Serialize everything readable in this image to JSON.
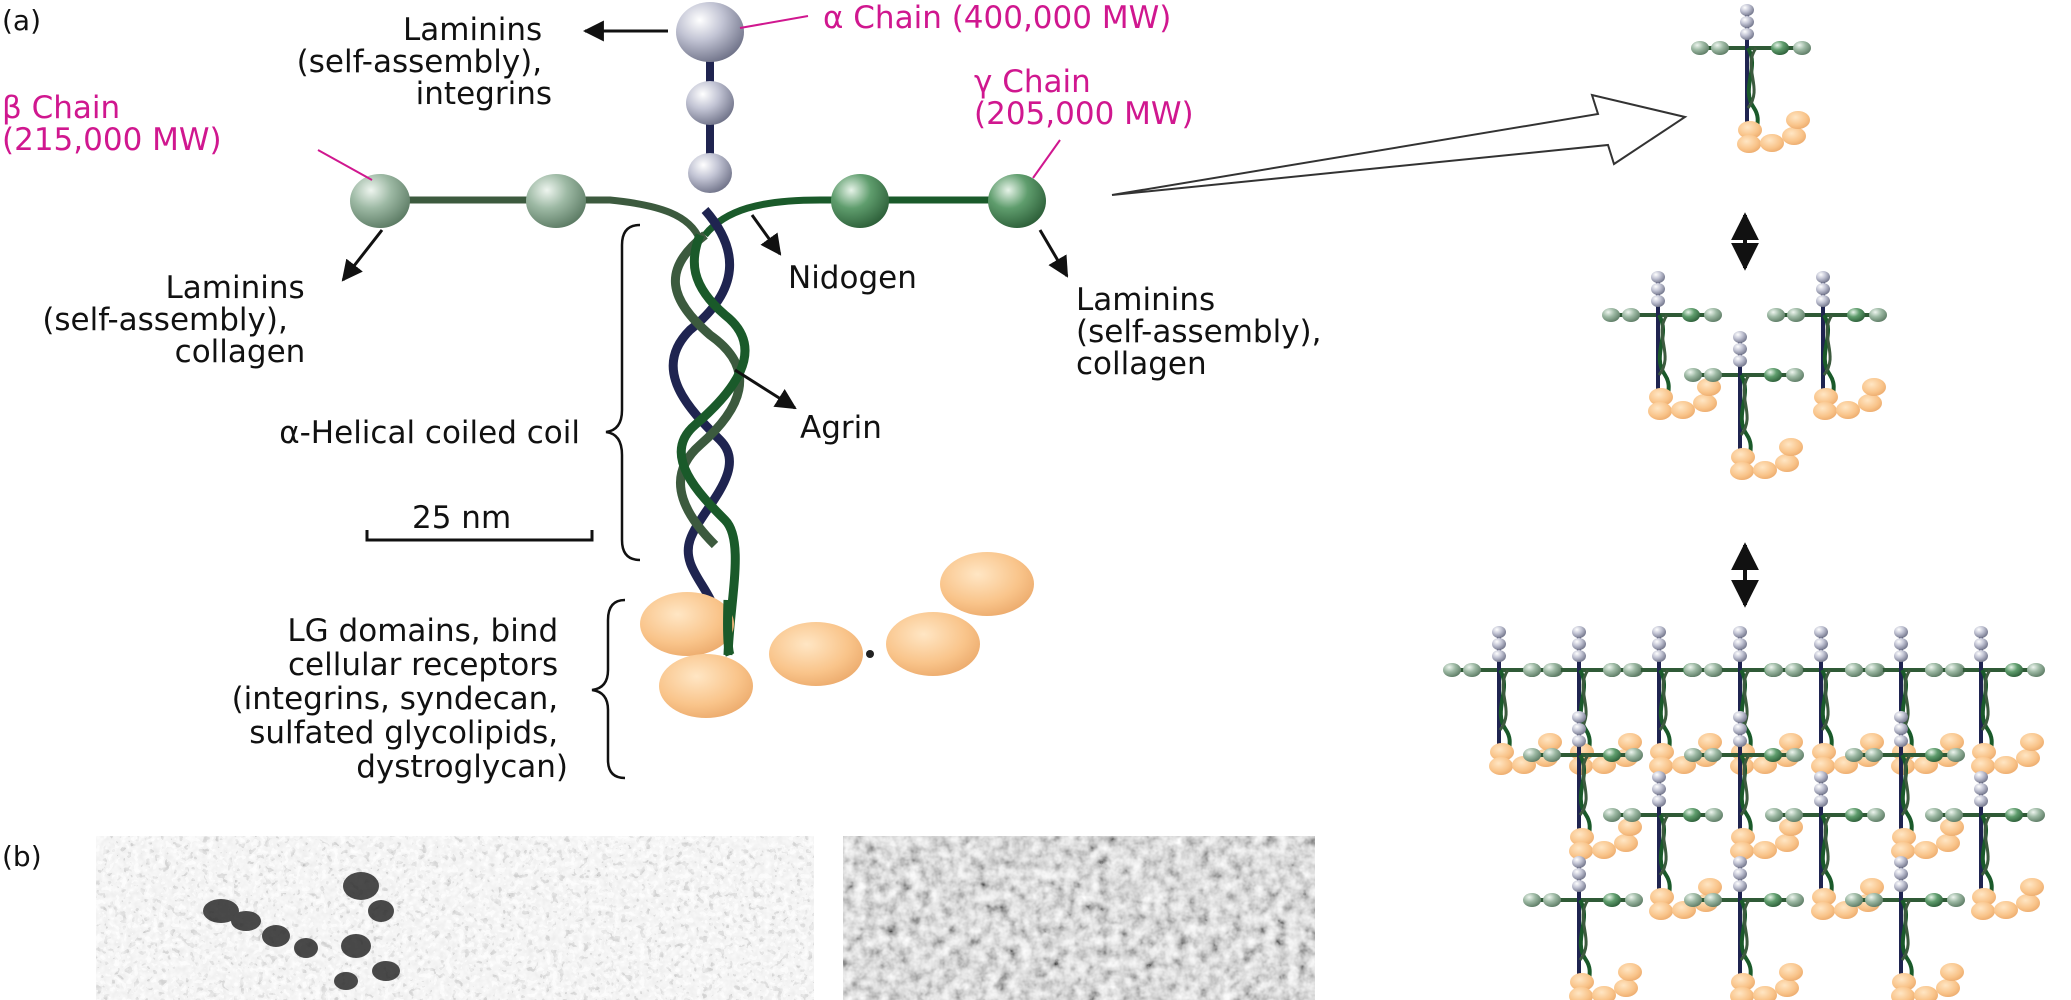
{
  "panel_a": {
    "label": "(a)",
    "alpha_chain": "α Chain (400,000 MW)",
    "beta_chain": [
      "β Chain",
      "(215,000 MW)"
    ],
    "gamma_chain": [
      "γ Chain",
      "(205,000 MW)"
    ],
    "alpha_binding": [
      "Laminins",
      "(self-assembly),",
      "integrins"
    ],
    "beta_binding": [
      "Laminins",
      "(self-assembly),",
      "collagen"
    ],
    "gamma_binding": [
      "Laminins",
      "(self-assembly),",
      "collagen"
    ],
    "nidogen": "Nidogen",
    "agrin": "Agrin",
    "coiled_coil": "α-Helical coiled coil",
    "scale_bar": "25 nm",
    "lg_domains": [
      "LG domains, bind",
      "cellular receptors",
      "(integrins, syndecan,",
      "sulfated glycolipids,",
      "dystroglycan)"
    ]
  },
  "panel_b": {
    "label": "(b)"
  },
  "colors": {
    "alpha": "#b9bccd",
    "beta_gamma": "#8fb29b",
    "lg": "#f8c58b",
    "label_magenta": "#d0178f",
    "alpha_strand": "#1f2450",
    "gamma_strand": "#1a5a2a",
    "beta_strand": "#3c5a3e"
  }
}
